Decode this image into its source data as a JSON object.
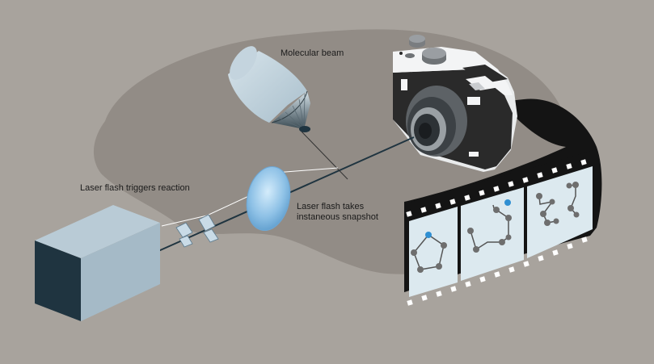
{
  "labels": {
    "molecular_beam": "Molecular beam",
    "laser_trigger": "Laser flash triggers reaction",
    "laser_snapshot_line1": "Laser flash takes",
    "laser_snapshot_line2": "instaneous snapshot"
  },
  "colors": {
    "background": "#a8a39d",
    "blob": "#928c86",
    "beam_line": "#1f3440",
    "lens": "#8ec1e6",
    "film": "#141414",
    "frame": "#dce9ef",
    "atom": "#6e6e6e",
    "atom_highlight": "#2f8fd2",
    "camera_body": "#e9ebec",
    "camera_dark": "#2a2a2a"
  },
  "icons": [
    "laser-box-icon",
    "mirror-icon",
    "lens-icon",
    "nozzle-icon",
    "camera-icon",
    "film-strip-icon",
    "molecule-icon"
  ]
}
